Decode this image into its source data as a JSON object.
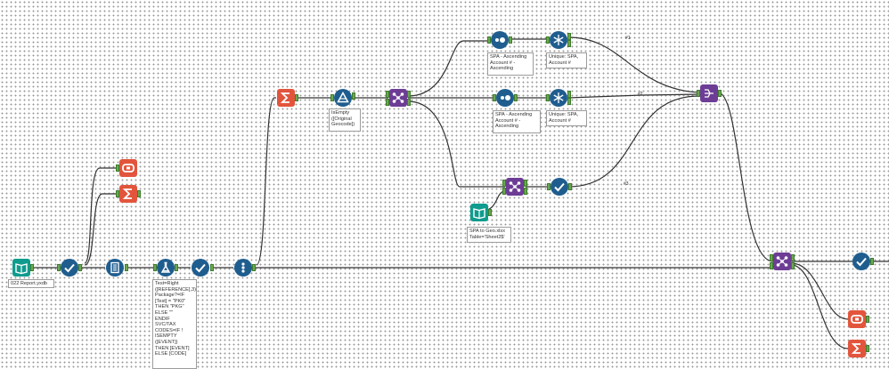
{
  "canvas": {
    "annotations": {
      "report_input": "022 Report.yxdb",
      "formula": "Test=Right\n([REFERENCE],3)\nPackage?=IF\n[Test] = \"PK0\"\nTHEN \"PKG\"\nELSE \"\"\nENDIF\nSVC/TAX\nCODES=IF !\nISEMPTY\n([EVENT])\nTHEN [EVENT]\nELSE [CODE]",
      "filter": "IsEmpty\n([Original\nGeocode])",
      "sort_top": "SPA - Ascending\nAccount # -\nAscending",
      "unique_top": "Unique: SPA,\nAccount #",
      "sort_mid": "SPA - Ascending\nAccount # -\nAscending",
      "unique_mid": "Unique: SPA,\nAccount #",
      "geo_input": "SPA to Geo.xlsx\nTable='Sheet2$'"
    },
    "wire_labels": {
      "w1": "#1",
      "w2": "#2",
      "w3": "#3"
    }
  },
  "icons": {
    "input": "book-icon",
    "select": "checkmark-icon",
    "browse": "browse-icon",
    "summarize": "sigma-icon",
    "record_id": "record-id-icon",
    "formula": "flask-icon",
    "sort": "sort-icon",
    "unique": "snowflake-icon",
    "join": "join-icon",
    "filter": "filter-icon",
    "union": "union-icon"
  },
  "colors": {
    "in_out": "#0f9b8e",
    "preparation": "#1f5d8f",
    "join": "#6d3d95",
    "transform": "#e2553c",
    "anchor": "#6aa84f"
  }
}
